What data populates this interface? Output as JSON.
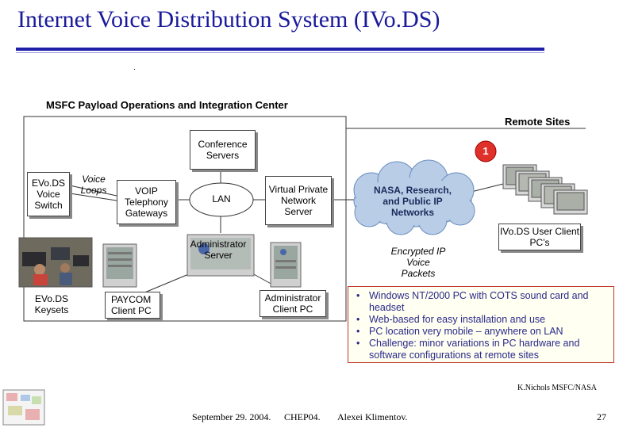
{
  "title": "Internet Voice Distribution System (IVo.DS)",
  "dot": ".",
  "msfc_label": "MSFC Payload Operations and Integration Center",
  "remote_sites_label": "Remote Sites",
  "conference_servers": "Conference Servers",
  "badge": "1",
  "evods_voice_switch": "EVo.DS Voice Switch",
  "voice_loops": "Voice Loops",
  "voip_gateways": "VOIP Telephony Gateways",
  "lan": "LAN",
  "vpn_server": "Virtual Private Network Server",
  "nasa_cloud": "NASA, Research, and Public IP Networks",
  "user_client": "IVo.DS User Client PC’s",
  "admin_server": "Administrator Server",
  "encrypted_packets": "Encrypted IP Voice Packets",
  "evods_keysets": "EVo.DS Keysets",
  "paycom_client": "PAYCOM Client PC",
  "admin_client": "Administrator Client PC",
  "bullets": [
    "Windows NT/2000 PC with COTS sound card and headset",
    "Web-based for easy installation and use",
    "PC location very mobile – anywhere on LAN",
    "Challenge: minor variations in PC hardware and software configurations at remote sites"
  ],
  "credit": "K.Nichols MSFC/NASA",
  "footer": {
    "date": "September 29. 2004.",
    "conf": "CHEP04.",
    "author": "Alexei Klimentov.",
    "page": "27"
  },
  "colors": {
    "title": "#1a1a9c",
    "badge": "#e0302a",
    "cloud": "#b9cde6",
    "bullet_border": "#c0392b"
  }
}
